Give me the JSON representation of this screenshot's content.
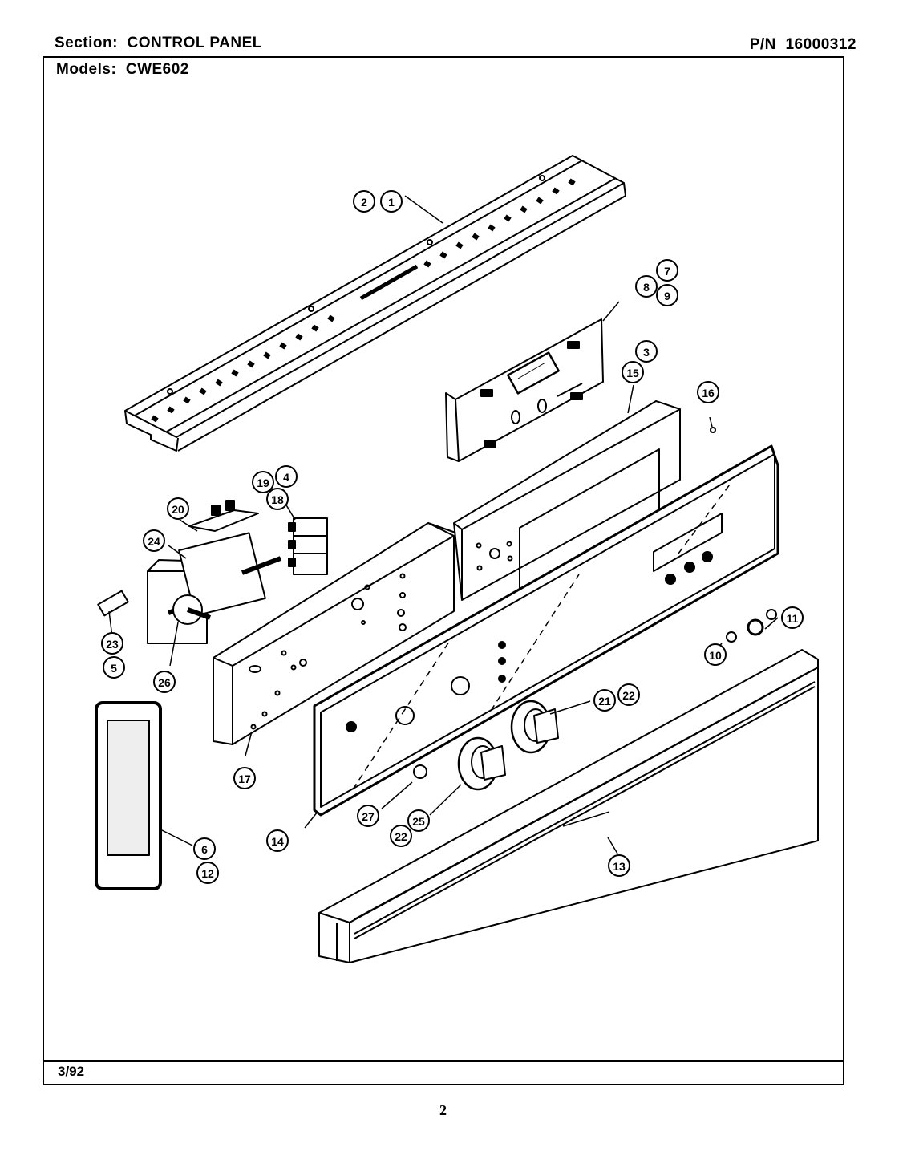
{
  "header": {
    "section_label": "Section:",
    "section_value": "CONTROL PANEL",
    "pn_label": "P/N",
    "pn_value": "16000312",
    "models_label": "Models:",
    "models_value": "CWE602"
  },
  "footer": {
    "date": "3/92",
    "page_number": "2"
  },
  "callouts": {
    "c1": "1",
    "c2": "2",
    "c3": "3",
    "c4": "4",
    "c5": "5",
    "c6": "6",
    "c7": "7",
    "c8": "8",
    "c9": "9",
    "c10": "10",
    "c11": "11",
    "c12": "12",
    "c13": "13",
    "c14": "14",
    "c15": "15",
    "c16": "16",
    "c17": "17",
    "c18": "18",
    "c19": "19",
    "c20": "20",
    "c21": "21",
    "c22": "22",
    "c22b": "22",
    "c23": "23",
    "c24": "24",
    "c25": "25",
    "c26": "26",
    "c27": "27"
  }
}
